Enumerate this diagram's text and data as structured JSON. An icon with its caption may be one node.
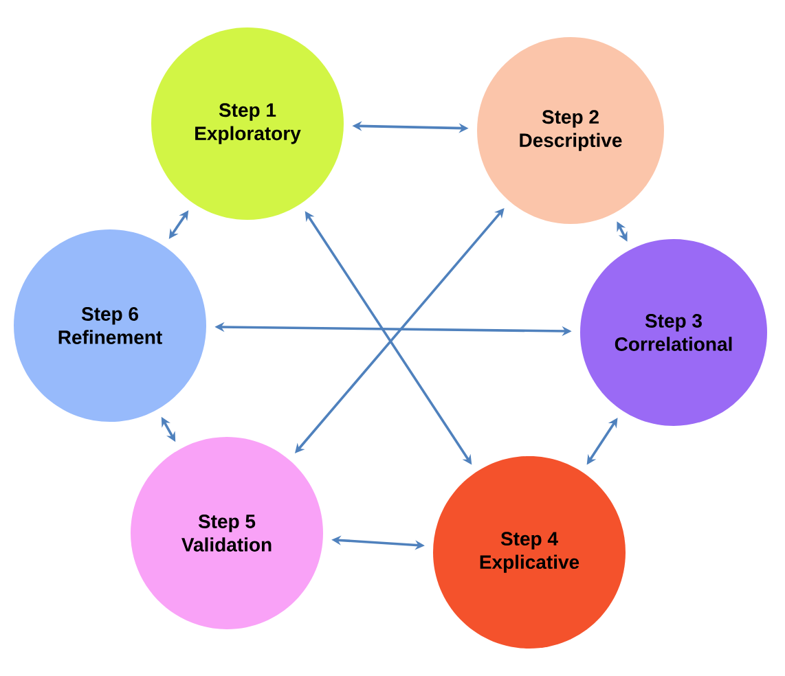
{
  "diagram": {
    "nodes": [
      {
        "text": [
          "Step 1",
          "Exploratory"
        ]
      },
      {
        "text": [
          "Step 2",
          "Descriptive"
        ]
      },
      {
        "text": [
          "Step 3",
          "Correlational"
        ]
      },
      {
        "text": [
          "Step 4",
          "Explicative"
        ]
      },
      {
        "text": [
          "Step 5",
          "Validation"
        ]
      },
      {
        "text": [
          "Step 6",
          "Refinement"
        ]
      }
    ],
    "edges": [
      {
        "from": 0,
        "to": 1,
        "arrow": "both"
      },
      {
        "from": 1,
        "to": 2,
        "arrow": "both"
      },
      {
        "from": 2,
        "to": 3,
        "arrow": "both"
      },
      {
        "from": 3,
        "to": 4,
        "arrow": "both"
      },
      {
        "from": 4,
        "to": 5,
        "arrow": "both"
      },
      {
        "from": 5,
        "to": 0,
        "arrow": "both"
      },
      {
        "from": 0,
        "to": 3,
        "arrow": "both"
      },
      {
        "from": 1,
        "to": 4,
        "arrow": "both"
      },
      {
        "from": 5,
        "to": 2,
        "arrow": "both"
      }
    ]
  }
}
